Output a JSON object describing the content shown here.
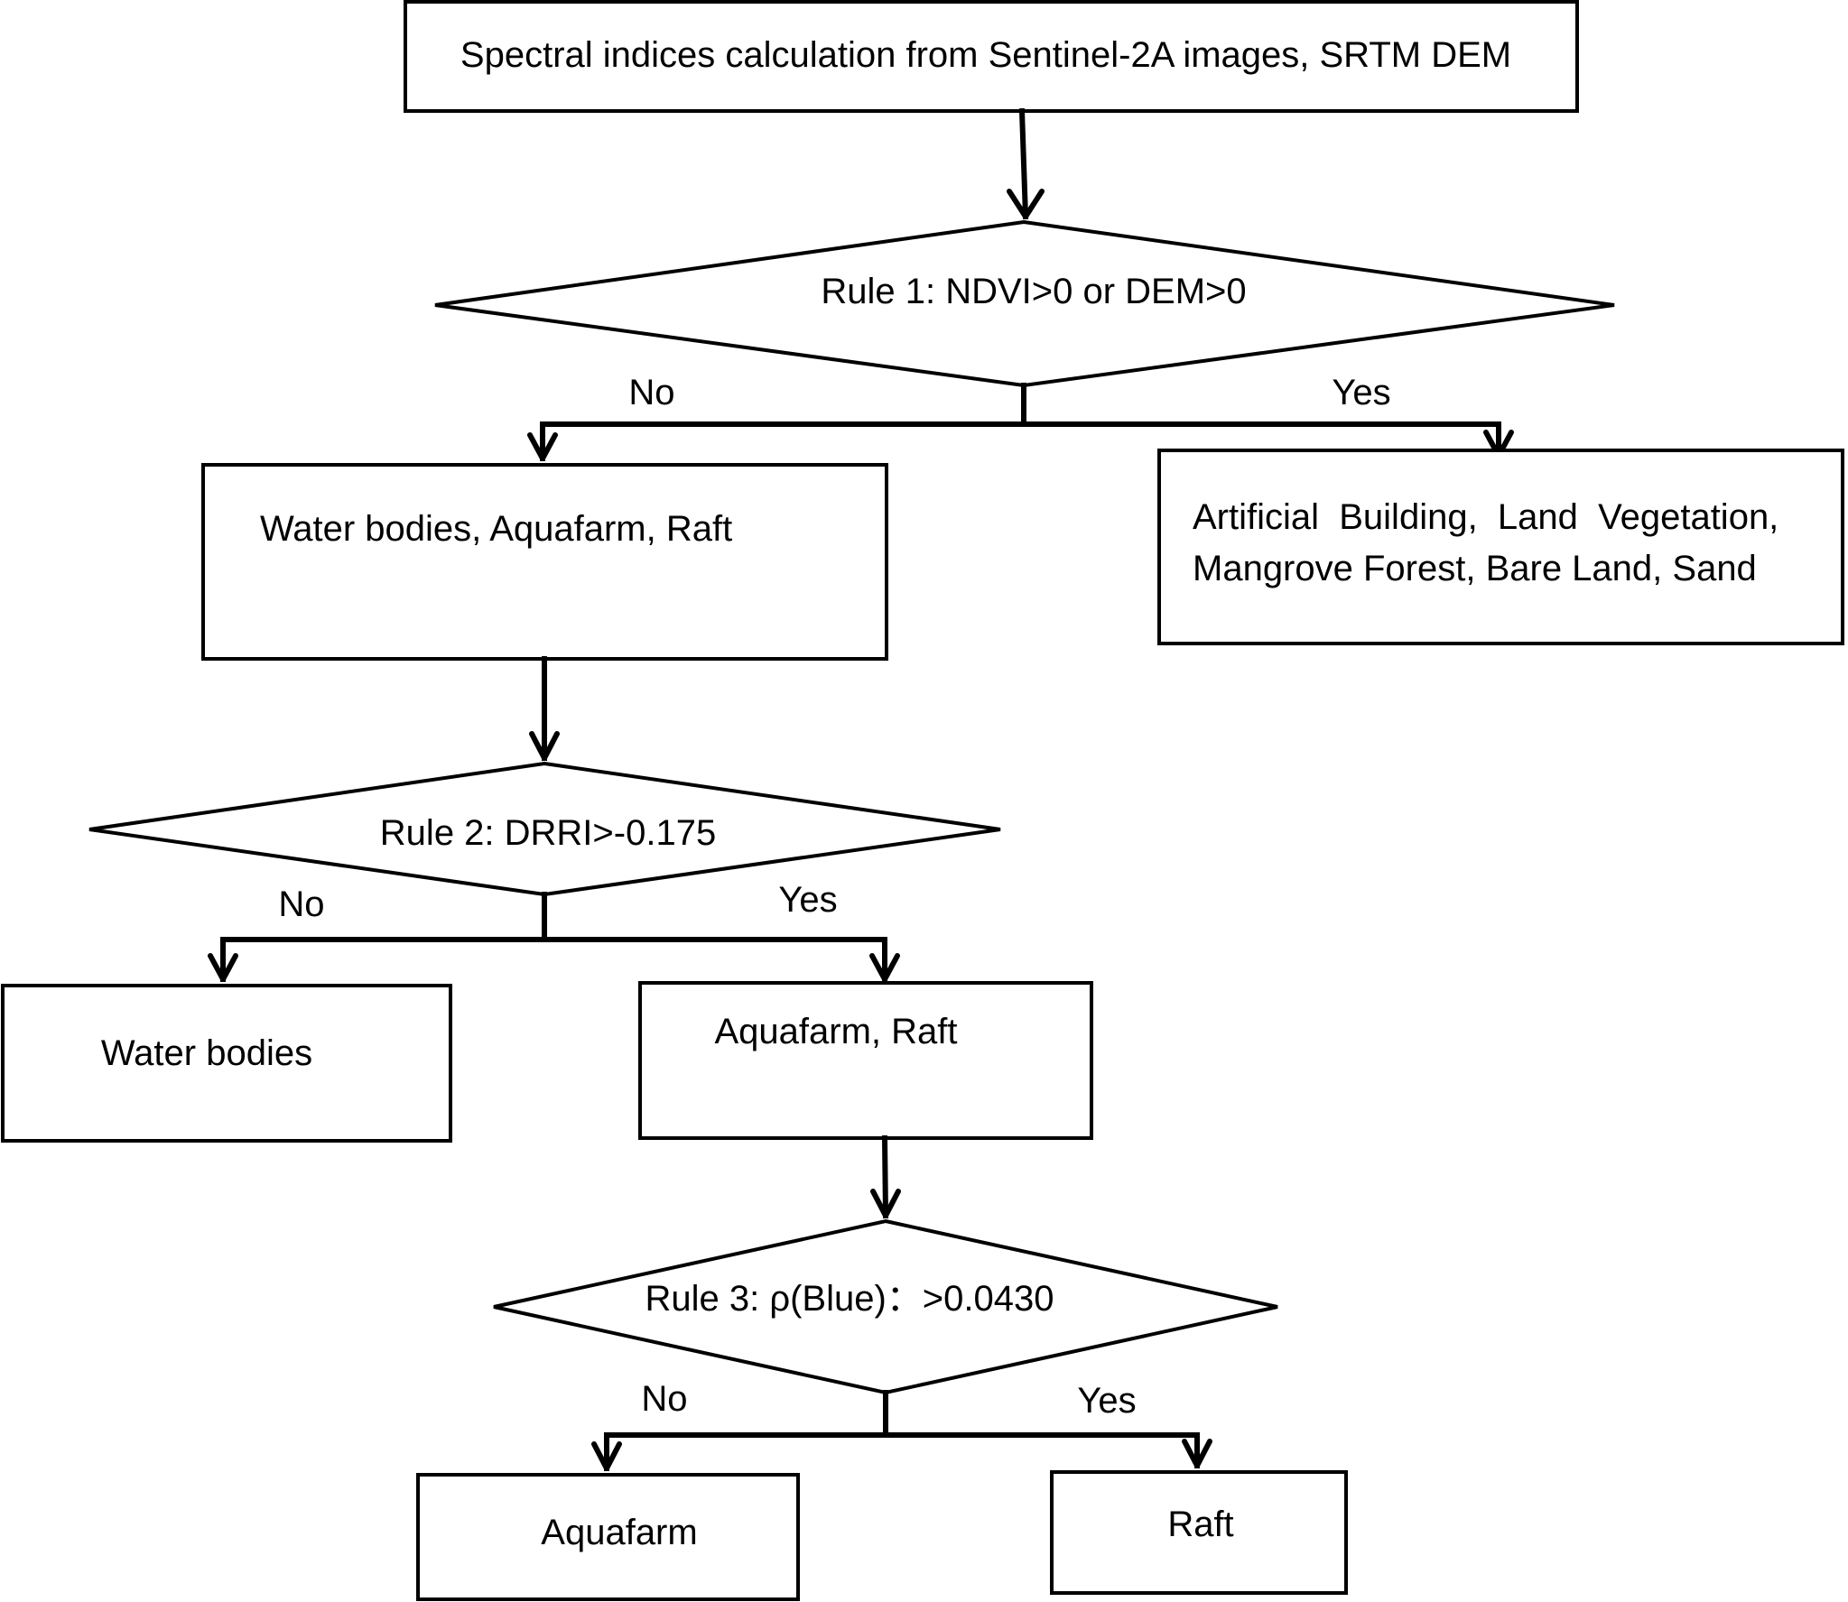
{
  "nodes": {
    "start": "Spectral indices calculation from Sentinel-2A images, SRTM DEM",
    "rule1": "Rule 1: NDVI>0 or DEM>0",
    "water_aqua_raft": "Water bodies, Aquafarm, Raft",
    "land_line1": "Artificial  Building,  Land  Vegetation,",
    "land_line2": "Mangrove Forest, Bare Land, Sand",
    "rule2": "Rule 2: DRRI>-0.175",
    "water_bodies": "Water bodies",
    "aqua_raft": "Aquafarm, Raft",
    "rule3": "Rule 3: ρ(Blue)：>0.0430",
    "aquafarm": "Aquafarm",
    "raft": "Raft"
  },
  "edges": {
    "rule1_no": "No",
    "rule1_yes": "Yes",
    "rule2_no": "No",
    "rule2_yes": "Yes",
    "rule3_no": "No",
    "rule3_yes": "Yes"
  }
}
